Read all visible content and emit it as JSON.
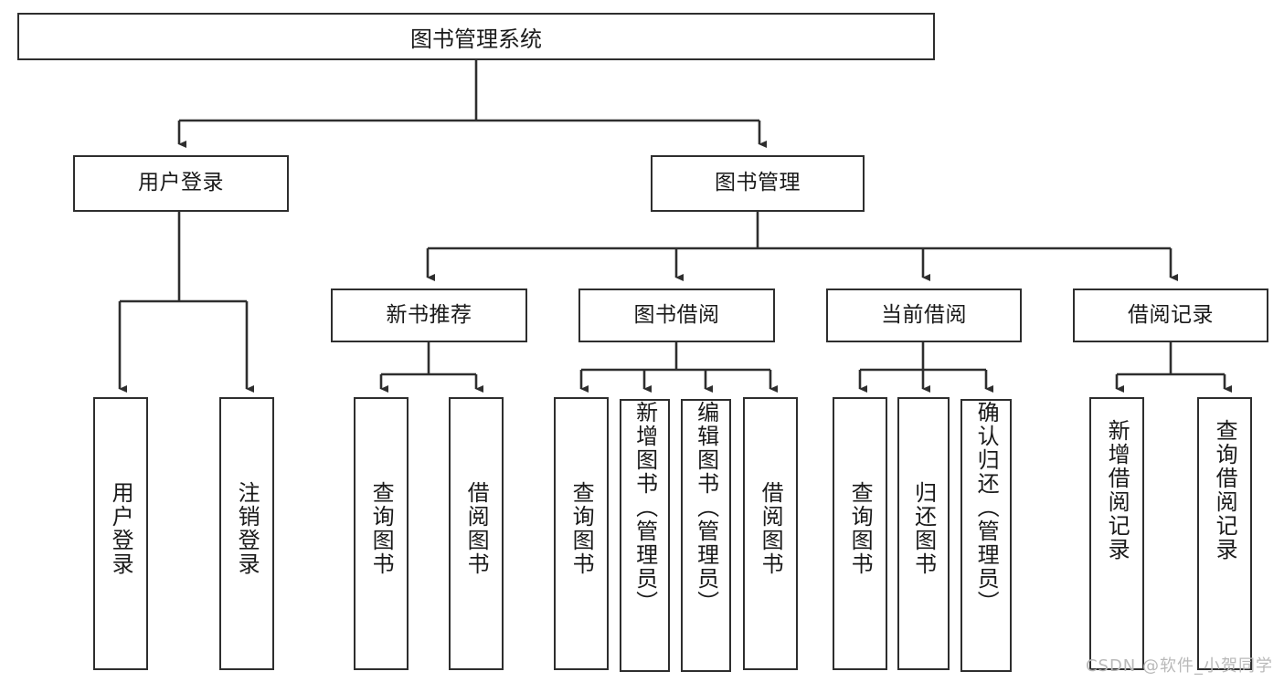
{
  "diagram": {
    "title": "图书管理系统",
    "type": "tree-hierarchy",
    "root": {
      "id": "root",
      "label": "图书管理系统"
    },
    "level2": [
      {
        "id": "user-login",
        "label": "用户登录"
      },
      {
        "id": "book-manage",
        "label": "图书管理"
      }
    ],
    "level3": [
      {
        "id": "new-book-rec",
        "label": "新书推荐",
        "parent": "book-manage"
      },
      {
        "id": "book-borrow",
        "label": "图书借阅",
        "parent": "book-manage"
      },
      {
        "id": "current-borrow",
        "label": "当前借阅",
        "parent": "book-manage"
      },
      {
        "id": "borrow-record",
        "label": "借阅记录",
        "parent": "book-manage"
      }
    ],
    "leaves": [
      {
        "id": "leaf-user-login",
        "label": "用户登录",
        "parent": "user-login"
      },
      {
        "id": "leaf-logout",
        "label": "注销登录",
        "parent": "user-login"
      },
      {
        "id": "leaf-query-book-1",
        "label": "查询图书",
        "parent": "new-book-rec"
      },
      {
        "id": "leaf-borrow-book-1",
        "label": "借阅图书",
        "parent": "new-book-rec"
      },
      {
        "id": "leaf-query-book-2",
        "label": "查询图书",
        "parent": "book-borrow"
      },
      {
        "id": "leaf-add-book",
        "label": "新增图书（管理员）",
        "parent": "book-borrow"
      },
      {
        "id": "leaf-edit-book",
        "label": "编辑图书（管理员）",
        "parent": "book-borrow"
      },
      {
        "id": "leaf-borrow-book-2",
        "label": "借阅图书",
        "parent": "book-borrow"
      },
      {
        "id": "leaf-query-book-3",
        "label": "查询图书",
        "parent": "current-borrow"
      },
      {
        "id": "leaf-return-book",
        "label": "归还图书",
        "parent": "current-borrow"
      },
      {
        "id": "leaf-confirm-return",
        "label": "确认归还（管理员）",
        "parent": "current-borrow"
      },
      {
        "id": "leaf-add-record",
        "label": "新增借阅记录",
        "parent": "borrow-record"
      },
      {
        "id": "leaf-query-record",
        "label": "查询借阅记录",
        "parent": "borrow-record"
      }
    ],
    "watermark": "CSDN @软件_小贺同学",
    "colors": {
      "stroke": "#2e2e2e",
      "fill": "#ffffff",
      "text": "#1a1a1a",
      "watermark": "#b9b9b9"
    }
  }
}
